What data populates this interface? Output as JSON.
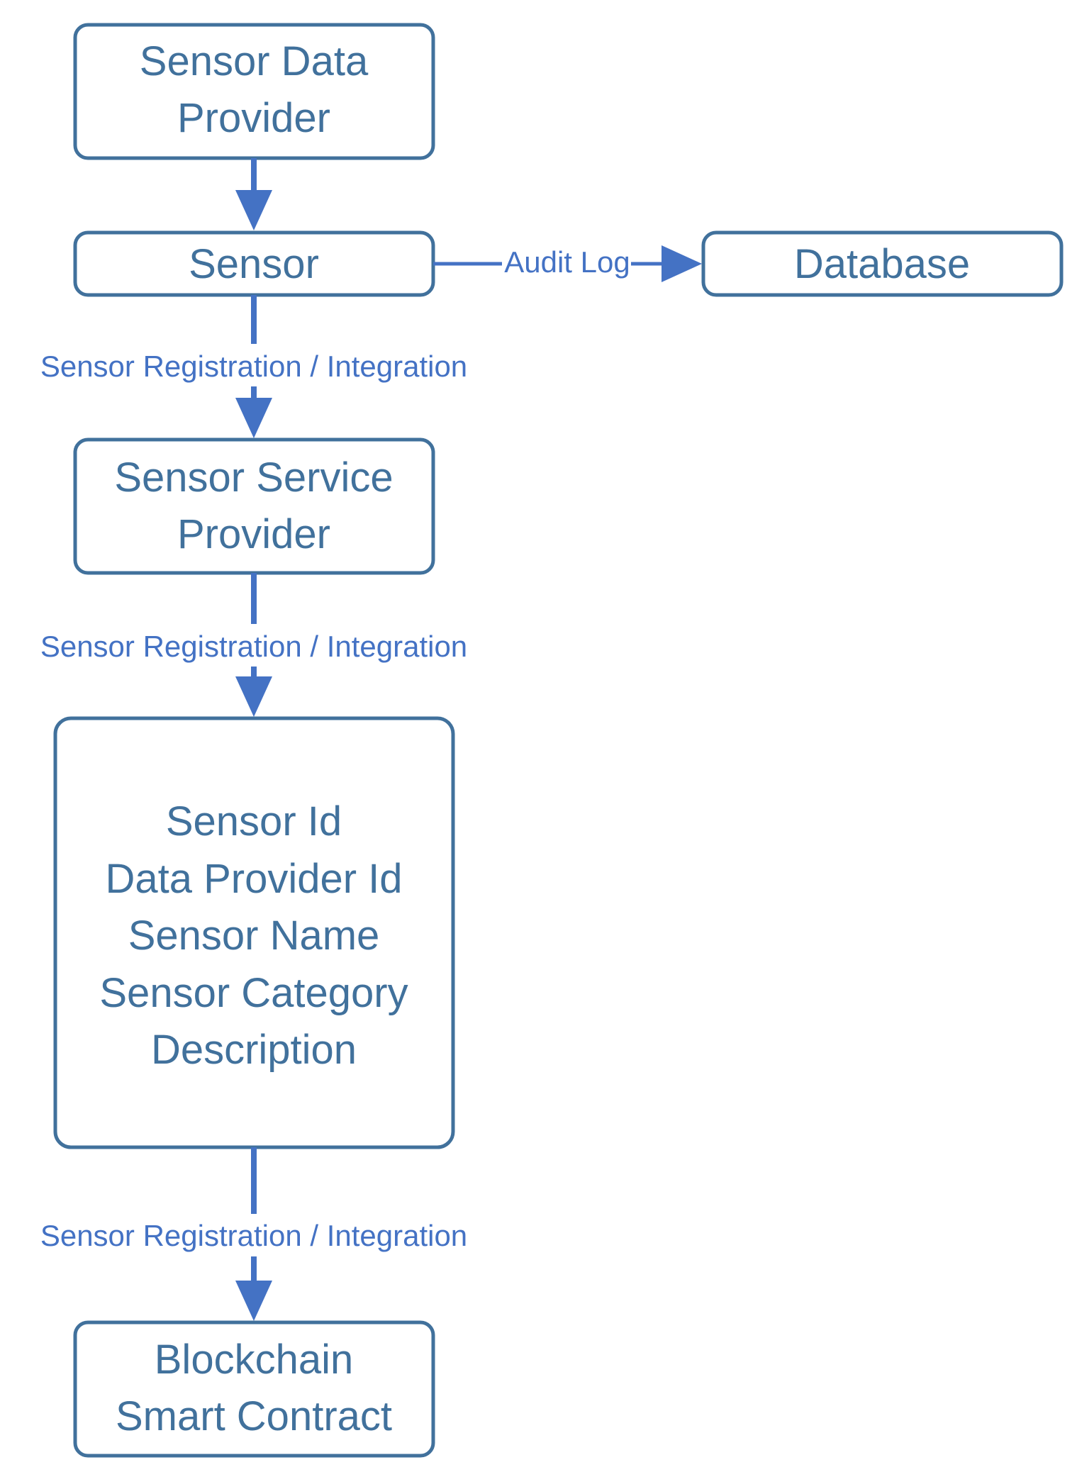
{
  "colors": {
    "box_border": "#41719C",
    "box_text": "#41719C",
    "arrow": "#4472C4",
    "edge_label": "#4472C4",
    "background": "#FFFFFF"
  },
  "nodes": {
    "sensor_data_provider": {
      "lines": [
        "Sensor Data",
        "Provider"
      ]
    },
    "sensor": {
      "lines": [
        "Sensor"
      ]
    },
    "database": {
      "lines": [
        "Database"
      ]
    },
    "sensor_service_provider": {
      "lines": [
        "Sensor Service",
        "Provider"
      ]
    },
    "sensor_record": {
      "lines": [
        "Sensor Id",
        "Data Provider Id",
        "Sensor Name",
        "Sensor Category",
        "Description"
      ]
    },
    "blockchain_smart_contract": {
      "lines": [
        "Blockchain",
        "Smart Contract"
      ]
    }
  },
  "edges": {
    "audit_log": "Audit Log",
    "registration_1": "Sensor Registration / Integration",
    "registration_2": "Sensor Registration / Integration",
    "registration_3": "Sensor Registration / Integration"
  }
}
